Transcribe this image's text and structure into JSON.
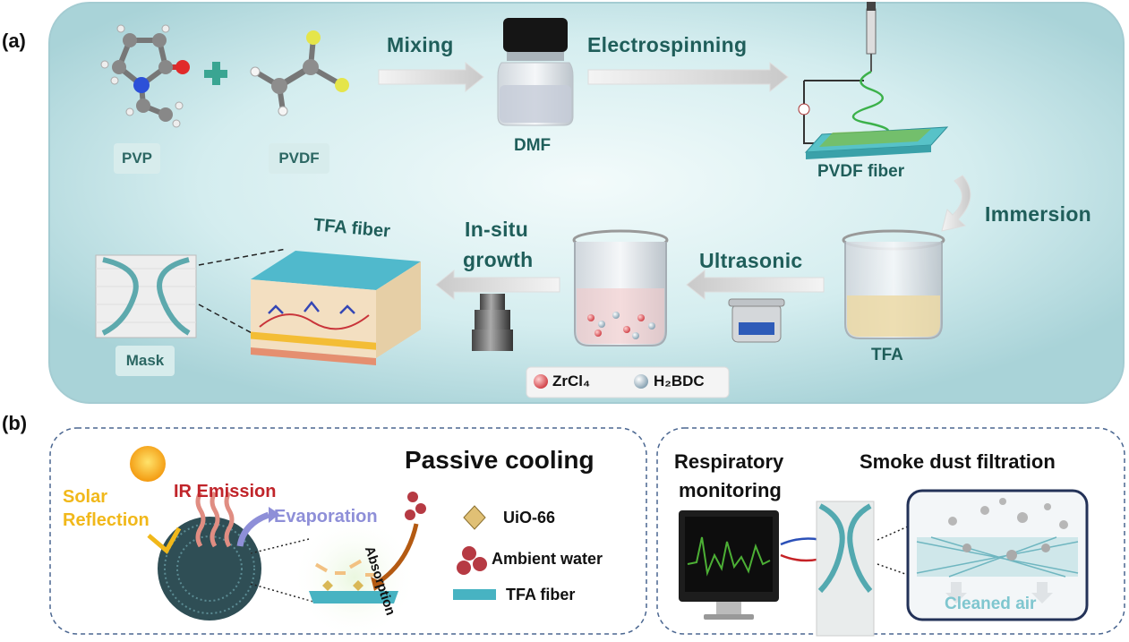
{
  "panel_a": {
    "label": "(a)",
    "materials": {
      "pvp": "PVP",
      "pvdf": "PVDF",
      "dmf": "DMF",
      "pvdf_fiber": "PVDF fiber",
      "tfa": "TFA",
      "tfa_fiber": "TFA fiber",
      "mask": "Mask"
    },
    "steps": {
      "mixing": "Mixing",
      "electrospinning": "Electrospinning",
      "immersion": "Immersion",
      "ultrasonic": "Ultrasonic",
      "insitu_1": "In-situ",
      "insitu_2": "growth"
    },
    "legend": {
      "zrcl4": "ZrCl₄",
      "h2bdc": "H₂BDC"
    }
  },
  "panel_b": {
    "label": "(b)",
    "left": {
      "title": "Passive cooling",
      "solar_1": "Solar",
      "solar_2": "Reflection",
      "ir": "IR Emission",
      "evaporation": "Evaporation",
      "absorption": "Absorption",
      "legend": {
        "uio": "UiO-66",
        "water": "Ambient water",
        "fiber": "TFA fiber"
      }
    },
    "right": {
      "resp_1": "Respiratory",
      "resp_2": "monitoring",
      "smoke": "Smoke dust filtration",
      "cleaned": "Cleaned air"
    }
  },
  "colors": {
    "panel_bg": "#c9e6e9",
    "step_text": "#1f5e5a",
    "fiber": "#47b3c2",
    "solar": "#f1b81a",
    "ir": "#c0242a",
    "evaporation": "#8e8fd8",
    "absorption": "#b45a12",
    "signal": "#4caf35"
  }
}
